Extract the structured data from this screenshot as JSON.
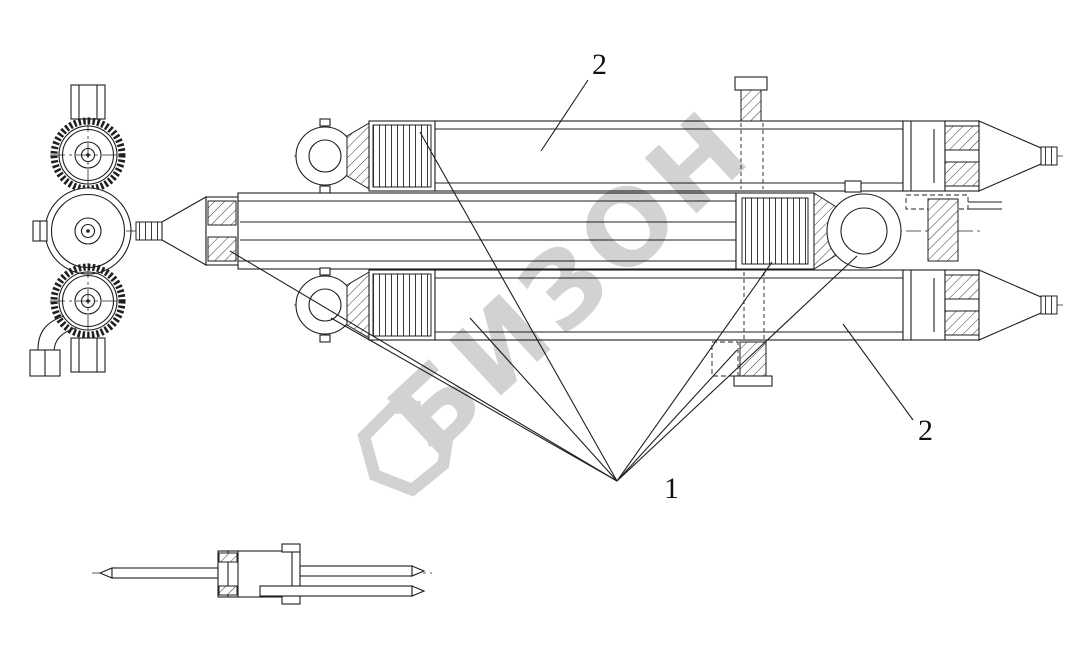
{
  "diagram": {
    "callouts": {
      "part_1": "1",
      "part_2_top": "2",
      "part_2_right": "2"
    },
    "watermark": {
      "text": "БИЗОН"
    },
    "colors": {
      "line": "#1f1f1f",
      "watermark": "#c7c7c7",
      "background": "#ffffff"
    }
  }
}
